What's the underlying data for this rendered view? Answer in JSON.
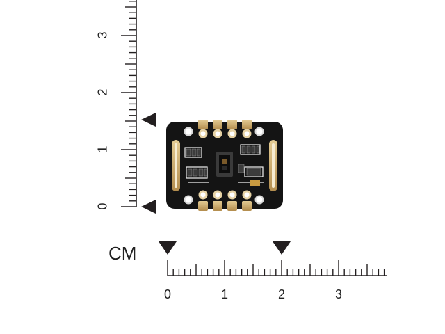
{
  "unit_label": "CM",
  "horizontal_scale": {
    "labels": [
      "0",
      "1",
      "2",
      "3"
    ]
  },
  "vertical_scale": {
    "labels": [
      "0",
      "1",
      "2",
      "3"
    ]
  },
  "marker_color": "#231f20",
  "board": {
    "board_color": "#141414",
    "pad_color": "#c9a86a",
    "silkscreen_color": "#f2f2f2"
  }
}
